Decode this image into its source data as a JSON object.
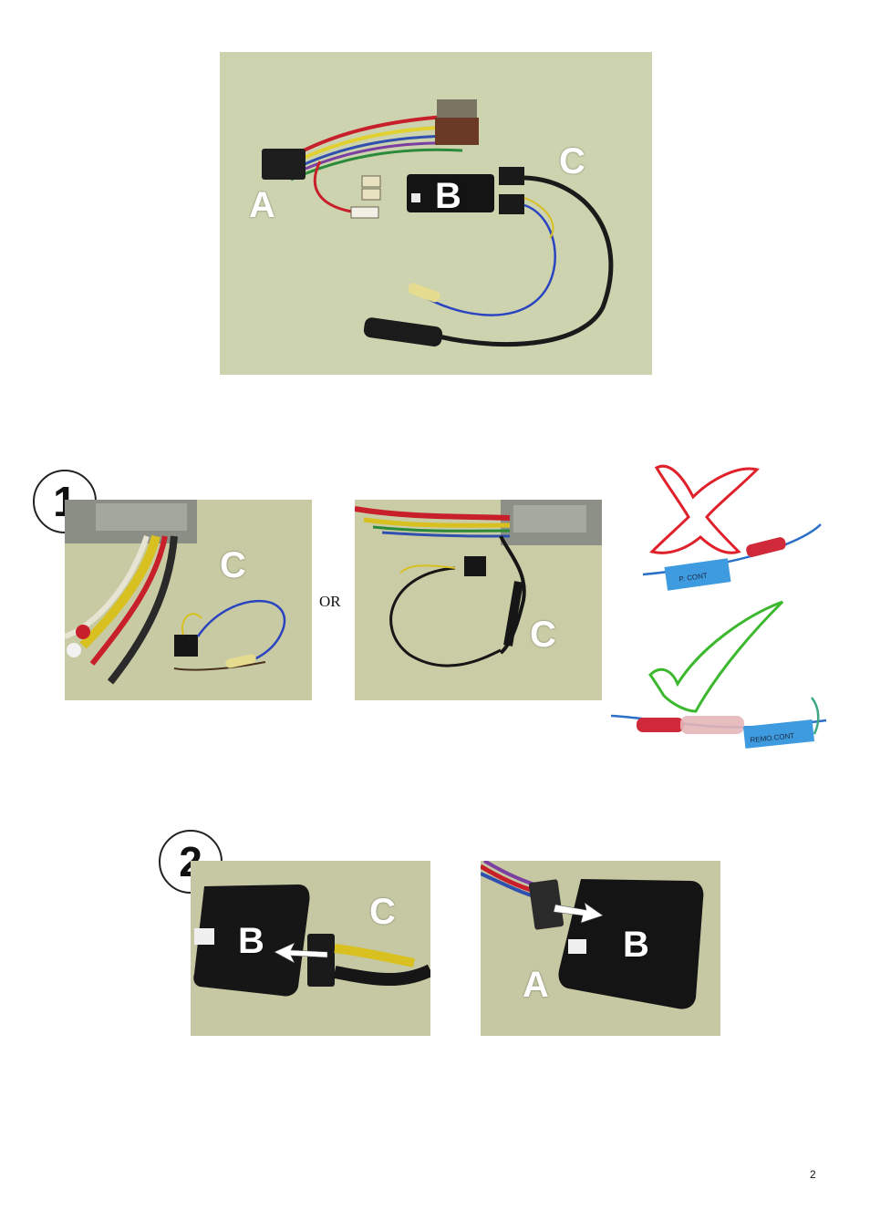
{
  "overview": {
    "labels": {
      "a": "A",
      "b": "B",
      "c": "C"
    }
  },
  "step1": {
    "number": "1",
    "photo_left_label": "C",
    "or_text": "OR",
    "photo_right_label": "C",
    "wrong_tag": "P. CONT",
    "right_tag": "REMO.CONT",
    "colors": {
      "wrong": "#e0202a",
      "right": "#3cb82e",
      "tag": "#3f9be0"
    }
  },
  "step2": {
    "number": "2",
    "left": {
      "label_b": "B",
      "label_c": "C"
    },
    "right": {
      "label_a": "A",
      "label_b": "B"
    }
  },
  "page": {
    "number": "2"
  }
}
